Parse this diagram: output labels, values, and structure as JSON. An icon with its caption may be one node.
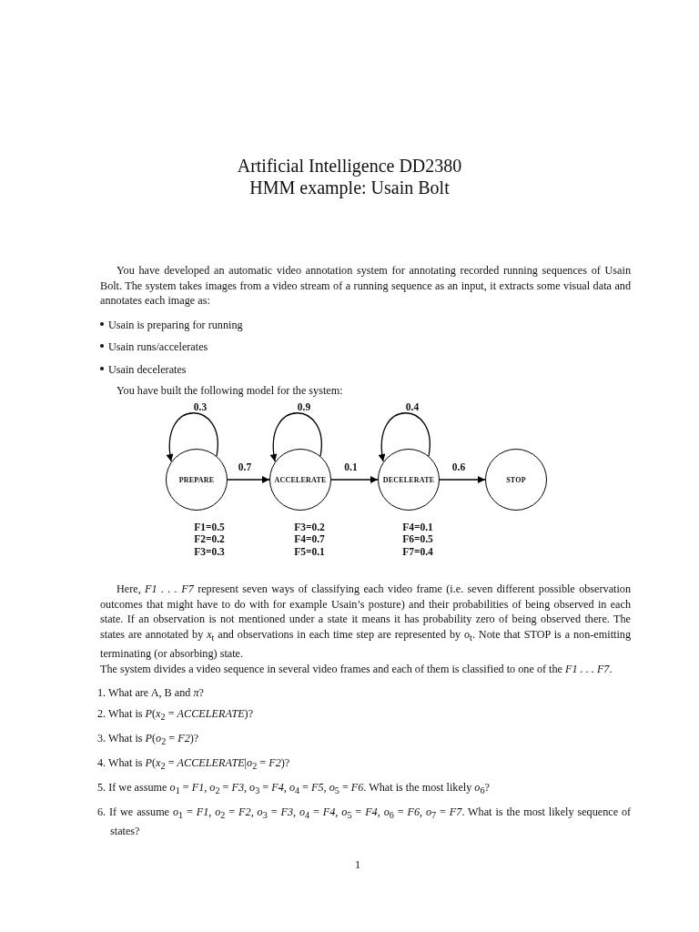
{
  "diagram": {
    "title": "Artificial Intelligence DD2380 HMM example: Usain Bolt",
    "nodes": [
      {
        "text": [
          "PREPARE"
        ],
        "beside": [
          "F1=0.5",
          "F2=0.2",
          "F3=0.3"
        ]
      },
      {
        "text": [
          "ACCELERATE"
        ],
        "beside": [
          "F3=0.2",
          "F4=0.7",
          "F5=0.1"
        ]
      },
      {
        "text": [
          "DECELERATE"
        ],
        "beside": [
          "F4=0.1",
          "F6=0.5",
          "F7=0.4"
        ]
      },
      {
        "text": [
          "STOP"
        ]
      }
    ],
    "edges": [
      {
        "from": 0,
        "to": 0,
        "arrow": "to",
        "label": "0.3"
      },
      {
        "from": 0,
        "to": 1,
        "arrow": "to",
        "label": "0.7"
      },
      {
        "from": 1,
        "to": 1,
        "arrow": "to",
        "label": "0.9"
      },
      {
        "from": 1,
        "to": 2,
        "arrow": "to",
        "label": "0.1"
      },
      {
        "from": 2,
        "to": 2,
        "arrow": "to",
        "label": "0.4"
      },
      {
        "from": 2,
        "to": 3,
        "arrow": "to",
        "label": "0.6"
      }
    ],
    "labels": [
      "You have developed an automatic video annotation system for annotating recorded running sequences of Usain Bolt. The system takes images from a video stream of a running sequence as an input, it extracts some visual data and annotates each image as:",
      "Usain is preparing for running",
      "Usain runs/accelerates",
      "Usain decelerates",
      "You have built the following model for the system:",
      "Here, *F1 . . . F7* represent seven ways of classifying each video frame (i.e. seven different possible observation outcomes that might have to do with for example Usain’s posture) and their probabilities of being observed in each state. If an observation is not mentioned under a state it means it has probability zero of being observed there. The states are annotated by *x*$_{t}$ and observations in each time step are represented by *o*$_{t}$. Note that STOP is a non-emitting terminating (or absorbing) state.",
      "The system divides a video sequence in several video frames and each of them is classified to one of the *F1 . . . F7*.",
      "1. What are A, B and *π*?",
      "2. What is *P*(*x*$_{2}$ = *ACCELERATE*)?",
      "3. What is *P*(*o*$_{2}$ = *F2*)?",
      "4. What is *P*(*x*$_{2}$ = *ACCELERATE*|*o*$_{2}$ = *F2*)?",
      "5. If we assume *o*$_{1}$ = *F1*, *o*$_{2}$ = *F3*, *o*$_{3}$ = *F4*, *o*$_{4}$ = *F5*, *o*$_{5}$ = *F6*. What is the most likely *o*$_{6}$?",
      "6. If we assume *o*$_{1}$ = *F1*, *o*$_{2}$ = *F2*, *o*$_{3}$ = *F3*, *o*$_{4}$ = *F4*, *o*$_{5}$ = *F4*, *o*$_{6}$ = *F6*, *o*$_{7}$ = *F7*. What is the most likely sequence of states?",
      "1"
    ]
  }
}
